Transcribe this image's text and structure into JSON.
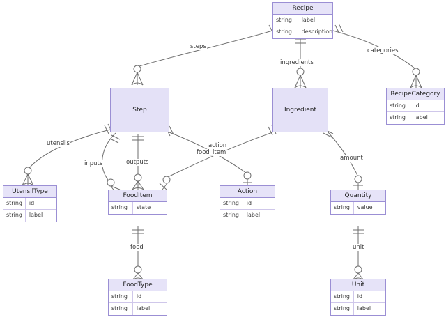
{
  "diagram": {
    "kind": "entity-relationship-diagram",
    "notation": "crows-foot",
    "background_color": "#ffffff",
    "entity_border_color": "#9b8fd4",
    "entity_header_color": "#e6e3f8",
    "entity_fill_color": "#e4e1f7",
    "line_color": "#6e6e6e",
    "text_color": "#2b2b2b"
  },
  "entities": {
    "recipe": {
      "name": "Recipe",
      "attributes": [
        {
          "type": "string",
          "name": "label"
        },
        {
          "type": "string",
          "name": "description"
        }
      ]
    },
    "step": {
      "name": "Step",
      "attributes": []
    },
    "ingredient": {
      "name": "Ingredient",
      "attributes": []
    },
    "recipecategory": {
      "name": "RecipeCategory",
      "attributes": [
        {
          "type": "string",
          "name": "id"
        },
        {
          "type": "string",
          "name": "label"
        }
      ]
    },
    "utensiltype": {
      "name": "UtensilType",
      "attributes": [
        {
          "type": "string",
          "name": "id"
        },
        {
          "type": "string",
          "name": "label"
        }
      ]
    },
    "fooditem": {
      "name": "FoodItem",
      "attributes": [
        {
          "type": "string",
          "name": "state"
        }
      ]
    },
    "action": {
      "name": "Action",
      "attributes": [
        {
          "type": "string",
          "name": "id"
        },
        {
          "type": "string",
          "name": "label"
        }
      ]
    },
    "quantity": {
      "name": "Quantity",
      "attributes": [
        {
          "type": "string",
          "name": "value"
        }
      ]
    },
    "foodtype": {
      "name": "FoodType",
      "attributes": [
        {
          "type": "string",
          "name": "id"
        },
        {
          "type": "string",
          "name": "label"
        }
      ]
    },
    "unit": {
      "name": "Unit",
      "attributes": [
        {
          "type": "string",
          "name": "id"
        },
        {
          "type": "string",
          "name": "label"
        }
      ]
    }
  },
  "relationships": [
    {
      "label": "steps",
      "from": "recipe",
      "to": "step"
    },
    {
      "label": "ingredients",
      "from": "recipe",
      "to": "ingredient"
    },
    {
      "label": "categories",
      "from": "recipe",
      "to": "recipecategory"
    },
    {
      "label": "utensils",
      "from": "step",
      "to": "utensiltype"
    },
    {
      "label": "inputs",
      "from": "step",
      "to": "fooditem"
    },
    {
      "label": "outputs",
      "from": "step",
      "to": "fooditem"
    },
    {
      "label": "action",
      "from": "step",
      "to": "action"
    },
    {
      "label": "food_item",
      "from": "ingredient",
      "to": "fooditem"
    },
    {
      "label": "amount",
      "from": "ingredient",
      "to": "quantity"
    },
    {
      "label": "food",
      "from": "fooditem",
      "to": "foodtype"
    },
    {
      "label": "unit",
      "from": "quantity",
      "to": "unit"
    }
  ]
}
